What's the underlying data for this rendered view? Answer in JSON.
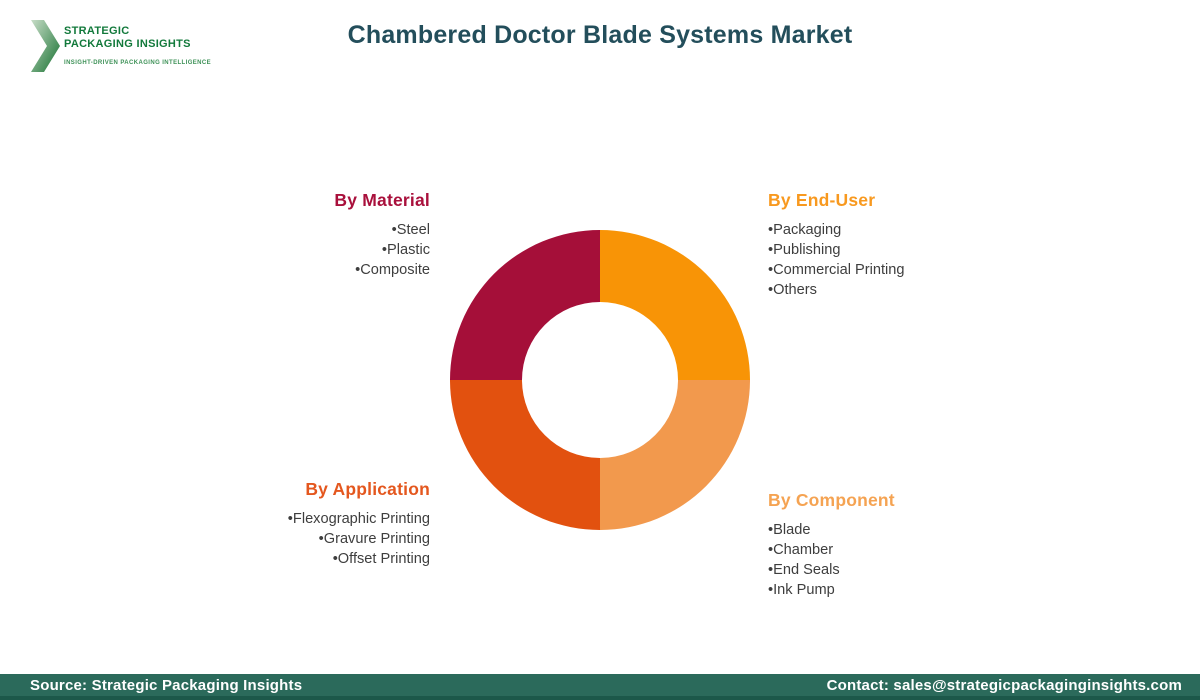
{
  "page": {
    "background": "#FFFFFF"
  },
  "logo": {
    "line1": "STRATEGIC",
    "line2": "PACKAGING INSIGHTS",
    "tagline": "INSIGHT-DRIVEN PACKAGING INTELLIGENCE",
    "text_color": "#12793B",
    "tagline_color": "#3D9157",
    "chevron_gradient_from": "#C8DDC8",
    "chevron_gradient_to": "#15702F"
  },
  "header": {
    "title": "Chambered Doctor Blade Systems Market",
    "title_color": "#234E5B"
  },
  "segments": [
    {
      "label": "By Material",
      "color": "#A9103C",
      "align": "right",
      "items": [
        "Steel",
        "Plastic",
        "Composite"
      ]
    },
    {
      "label": "By End-User",
      "color": "#F8991F",
      "align": "left",
      "items": [
        "Packaging",
        "Publishing",
        "Commercial Printing",
        "Others"
      ]
    },
    {
      "label": "By Application",
      "color": "#E4571E",
      "align": "right",
      "items": [
        "Flexographic Printing",
        "Gravure Printing",
        "Offset Printing"
      ]
    },
    {
      "label": "By Component",
      "color": "#F5A352",
      "align": "left",
      "items": [
        "Blade",
        "Chamber",
        "End Seals",
        "Ink Pump"
      ]
    }
  ],
  "chart_data": {
    "type": "pie",
    "subtype": "donut",
    "title": "Chambered Doctor Blade Systems Market",
    "slices": [
      {
        "label": "By End-User",
        "value": 25,
        "color": "#F89406",
        "position": "top-right"
      },
      {
        "label": "By Component",
        "value": 25,
        "color": "#F2994D",
        "position": "bottom-right"
      },
      {
        "label": "By Application",
        "value": 25,
        "color": "#E2510F",
        "position": "bottom-left"
      },
      {
        "label": "By Material",
        "value": 25,
        "color": "#A50F39",
        "position": "top-left"
      }
    ],
    "start_angle_deg": 0,
    "inner_radius_ratio": 0.52,
    "legend": "corner labels around donut"
  },
  "footer": {
    "source": "Source: Strategic Packaging Insights",
    "contact": "Contact: sales@strategicpackaginginsights.com",
    "background": "#2B6A5B",
    "text_color": "#FFFFFF"
  }
}
